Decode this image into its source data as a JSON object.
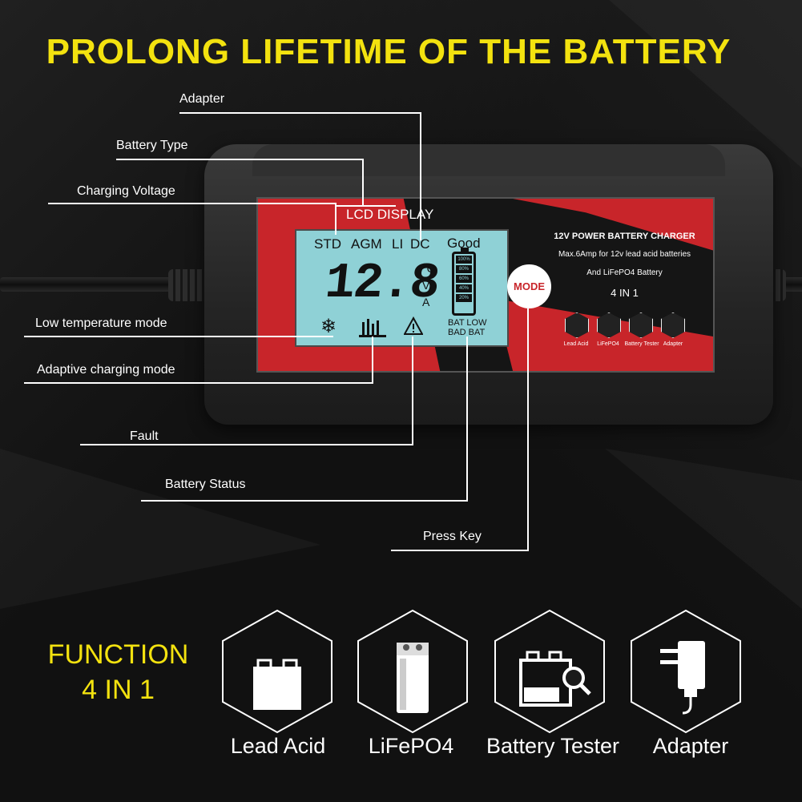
{
  "headline": "PROLONG LIFETIME OF THE BATTERY",
  "callouts": {
    "adapter": "Adapter",
    "battery_type": "Battery Type",
    "charging_voltage": "Charging Voltage",
    "low_temperature_mode": "Low temperature mode",
    "adaptive_charging_mode": "Adaptive charging mode",
    "fault": "Fault",
    "battery_status": "Battery Status",
    "press_key": "Press Key"
  },
  "lcd": {
    "title": "LCD DISPLAY",
    "modes": [
      "STD",
      "AGM",
      "LI",
      "DC"
    ],
    "status_good": "Good",
    "reading": "12.8",
    "units": [
      "°C",
      "V",
      "A"
    ],
    "battery_levels": [
      "100%",
      "80%",
      "60%",
      "40%",
      "20%"
    ],
    "status_low": "BAT LOW",
    "status_bad": "BAD BAT"
  },
  "panel": {
    "model": "12V POWER BATTERY CHARGER",
    "spec_line1": "Max.6Amp for 12v lead acid batteries",
    "spec_line2": "And LiFePO4 Battery",
    "four_in_one": "4 IN 1",
    "mode_button": "MODE",
    "mini_icons": [
      "Lead Acid",
      "LiFePO4",
      "Battery Tester",
      "Adapter"
    ]
  },
  "functions": {
    "title_line1": "FUNCTION",
    "title_line2": "4 IN 1",
    "items": [
      "Lead Acid",
      "LiFePO4",
      "Battery Tester",
      "Adapter"
    ]
  },
  "colors": {
    "headline": "#f3e20f",
    "panel_red": "#c8252a",
    "lcd_background": "#8fd1d6"
  }
}
